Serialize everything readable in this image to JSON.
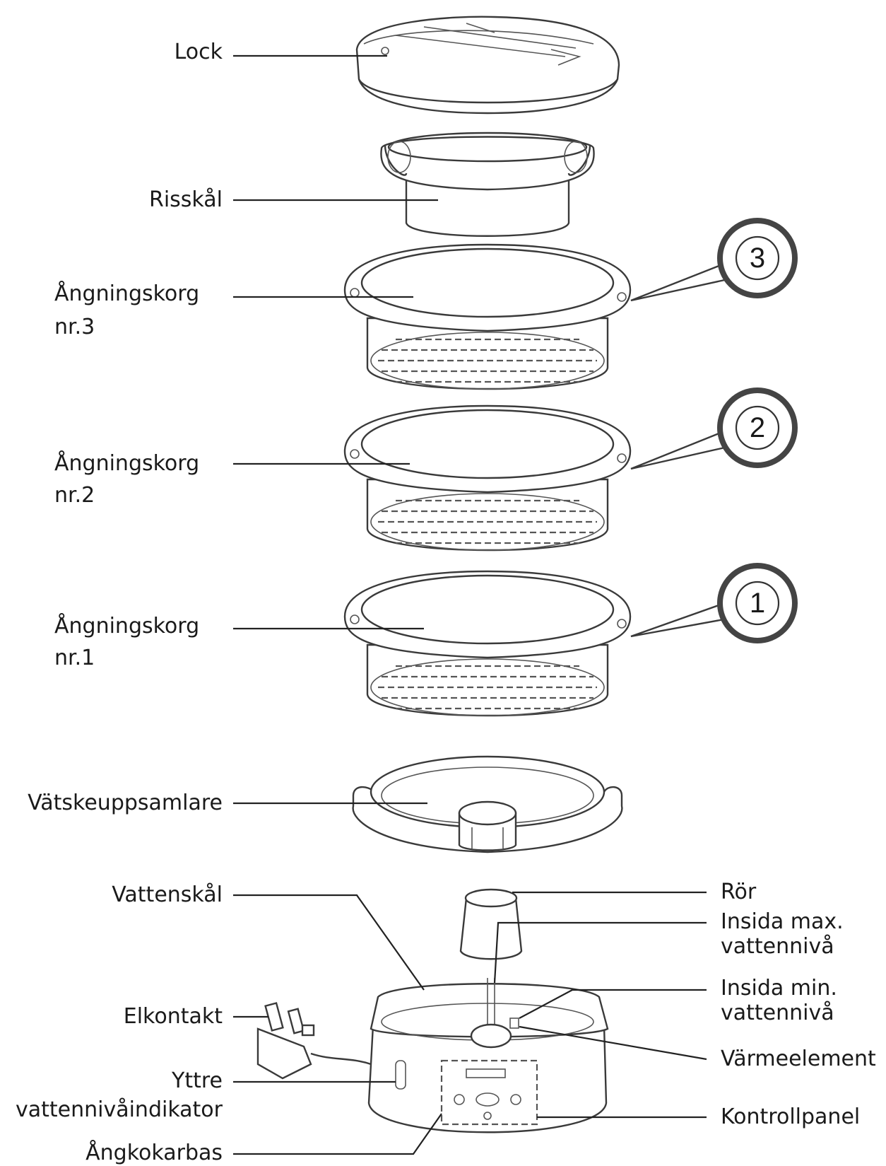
{
  "parts": {
    "lid": "Lock",
    "rice_bowl": "Risskål",
    "basket3_line1": "Ångningskorg",
    "basket3_line2": "nr.3",
    "basket2_line1": "Ångningskorg",
    "basket2_line2": "nr.2",
    "basket1_line1": "Ångningskorg",
    "basket1_line2": "nr.1",
    "drip_tray": "Vätskeuppsamlare",
    "water_bowl": "Vattenskål",
    "power_plug": "Elkontakt",
    "outer_indicator_line1": "Yttre",
    "outer_indicator_line2": "vattennivåindikator",
    "steamer_base": "Ångkokarbas",
    "tube": "Rör",
    "max_level_line1": "Insida max.",
    "max_level_line2": "vattennivå",
    "min_level_line1": "Insida min.",
    "min_level_line2": "vattennivå",
    "heating_element": "Värmeelement",
    "control_panel": "Kontrollpanel"
  },
  "badges": {
    "basket3": "3",
    "basket2": "2",
    "basket1": "1"
  }
}
